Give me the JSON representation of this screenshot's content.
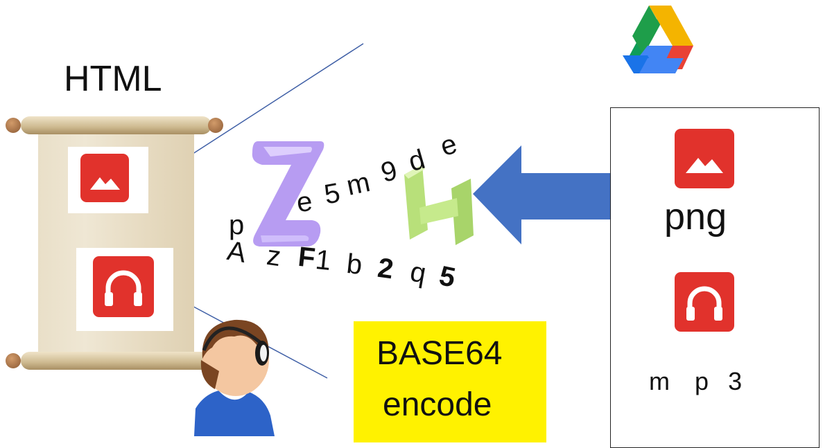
{
  "title": "HTML",
  "panel": {
    "png_label": "png",
    "mp3_label": [
      "m",
      "p",
      "3"
    ]
  },
  "encode_label": {
    "line1": "BASE64",
    "line2": "encode"
  },
  "floating_chars": {
    "row1": [
      "e",
      "5",
      "m",
      "9",
      "d",
      "e"
    ],
    "row2": [
      "p"
    ],
    "row3": [
      "A",
      "z",
      "F",
      "1",
      "b",
      "2",
      "q",
      "5"
    ]
  },
  "icons": {
    "image_icon": "image-icon",
    "headphones_icon": "headphones-icon",
    "drive_logo": "google-drive-logo",
    "arrow": "left-arrow"
  },
  "colors": {
    "tile_red": "#e1322c",
    "arrow_blue": "#4472c4",
    "highlight_yellow": "#fff200",
    "letter_purple": "#b79cf2",
    "letter_green": "#b8e07a"
  }
}
